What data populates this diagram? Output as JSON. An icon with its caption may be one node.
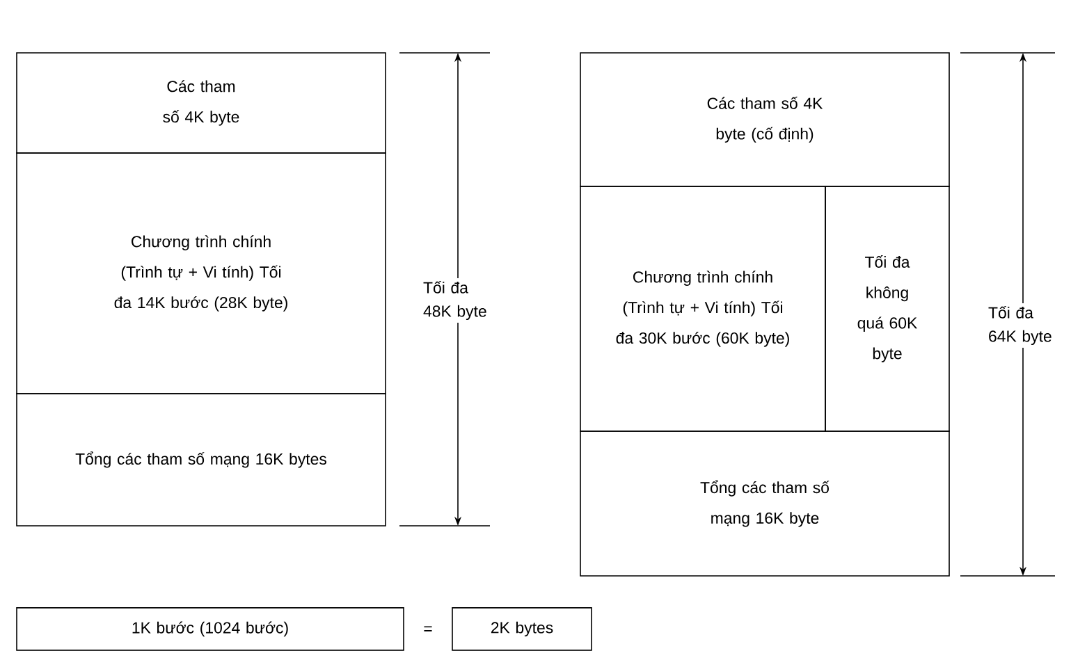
{
  "diagram": {
    "nodes": [
      {
        "text": [
          "Các tham số 4K byte"
        ]
      },
      {
        "text": [
          "Chương trình chính (Trình tự + Vi tính) Tối đa 14K bước (28K byte)"
        ]
      },
      {
        "text": [
          "Tổng các tham số mạng 16K bytes"
        ]
      },
      {
        "text": [
          "Các tham số 4K byte (cố định)"
        ]
      },
      {
        "text": [
          "Chương trình chính (Trình tự + Vi tính) Tối đa 30K bước (60K byte)"
        ]
      },
      {
        "text": [
          "Tối đa không quá 60K byte"
        ]
      },
      {
        "text": [
          "Tổng các tham số mạng 16K byte"
        ]
      },
      {
        "text": [
          "1K bước (1024 bước)"
        ]
      },
      {
        "text": [
          "2K bytes"
        ]
      }
    ],
    "edges": [],
    "labels": [
      "Tối đa 48K byte",
      "Tối đa 64K byte",
      "="
    ]
  }
}
